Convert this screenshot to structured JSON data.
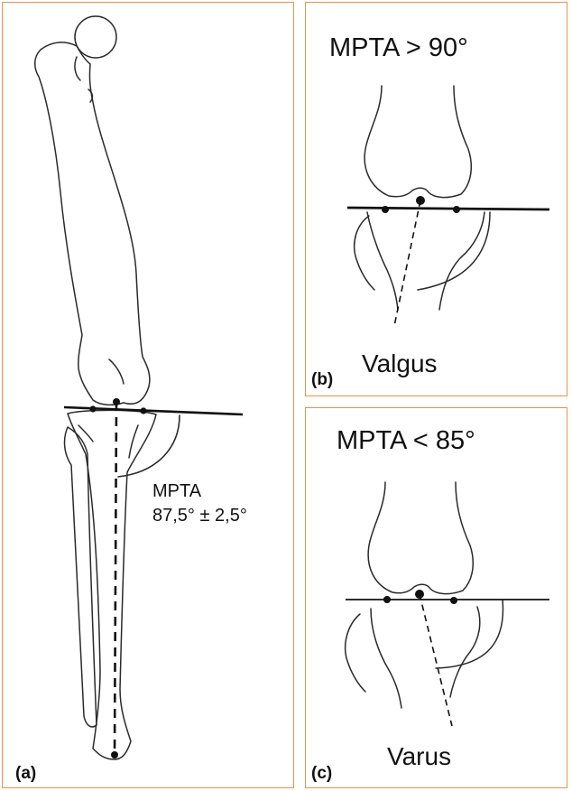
{
  "panels": {
    "a": {
      "label": "(a)",
      "annotation_line1": "MPTA",
      "annotation_line2": "87,5° ± 2,5°"
    },
    "b": {
      "label": "(b)",
      "title": "MPTA > 90°",
      "caption": "Valgus"
    },
    "c": {
      "label": "(c)",
      "title": "MPTA < 85°",
      "caption": "Varus"
    }
  },
  "colors": {
    "border": "#e8944a",
    "outline": "#2a2a2a"
  }
}
